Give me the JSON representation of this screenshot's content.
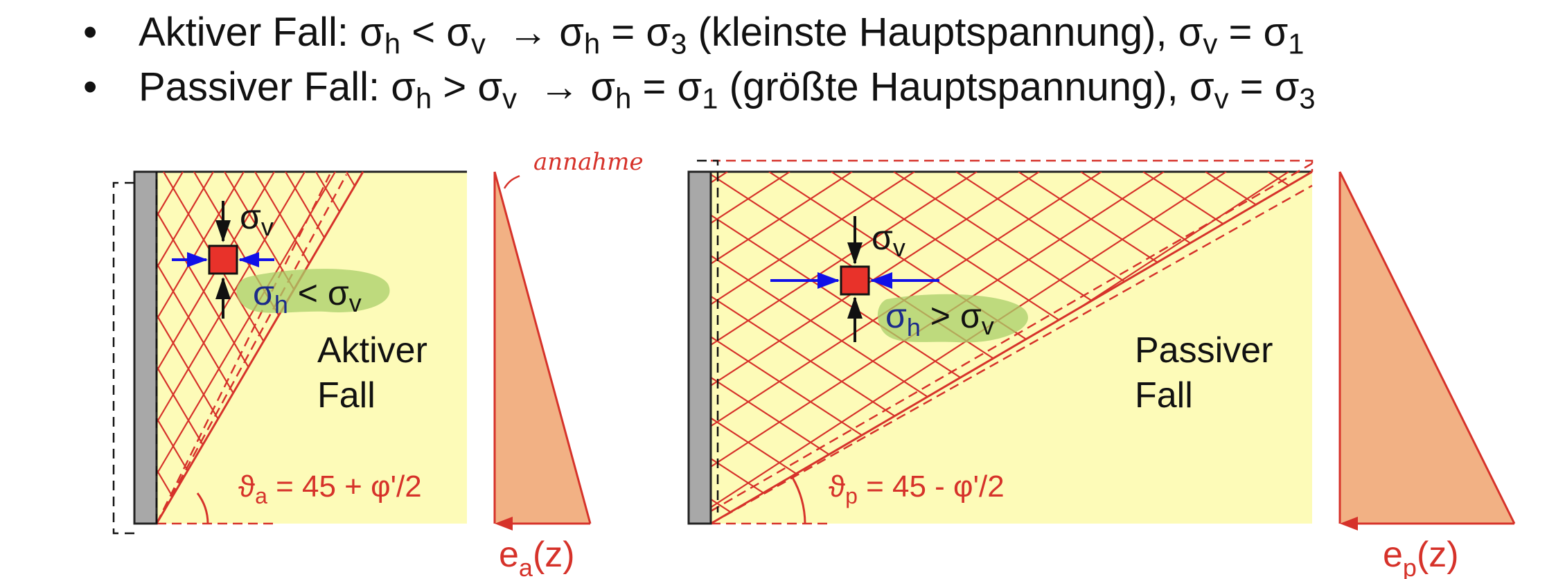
{
  "bullets": [
    {
      "prefix": "Aktiver Fall: ",
      "s1": "σ",
      "s1_sub": "h",
      "op1": " < ",
      "s2": "σ",
      "s2_sub": "v",
      "arrow": "  → ",
      "s3": "σ",
      "s3_sub": "h",
      "eq": " = ",
      "s4": "σ",
      "s4_sub": "3",
      "note": " (kleinste Hauptspannung), ",
      "s5": "σ",
      "s5_sub": "v",
      "eq2": " = ",
      "s6": "σ",
      "s6_sub": "1"
    },
    {
      "prefix": "Passiver Fall: ",
      "s1": "σ",
      "s1_sub": "h",
      "op1": " > ",
      "s2": "σ",
      "s2_sub": "v",
      "arrow": "  → ",
      "s3": "σ",
      "s3_sub": "h",
      "eq": " = ",
      "s4": "σ",
      "s4_sub": "1",
      "note": " (größte Hauptspannung), ",
      "s5": "σ",
      "s5_sub": "v",
      "eq2": " = ",
      "s6": "σ",
      "s6_sub": "3"
    }
  ],
  "bullet_symbol": "•",
  "active": {
    "sigma_v": "σ",
    "sigma_v_sub": "v",
    "sigma_h": "σ",
    "sigma_h_sub": "h",
    "relation": " < ",
    "sigma_v2": "σ",
    "sigma_v2_sub": "v",
    "label_line1": "Aktiver",
    "label_line2": "Fall",
    "angle_symbol": "ϑ",
    "angle_sub": "a",
    "angle_rest": " = 45 + φ'/2",
    "pressure": "e",
    "pressure_sub": "a",
    "pressure_rest": "(z)",
    "handwritten": "annahme"
  },
  "passive": {
    "sigma_v": "σ",
    "sigma_v_sub": "v",
    "sigma_h": "σ",
    "sigma_h_sub": "h",
    "relation": " > ",
    "sigma_v2": "σ",
    "sigma_v2_sub": "v",
    "label_line1": "Passiver",
    "label_line2": "Fall",
    "angle_symbol": "ϑ",
    "angle_sub": "p",
    "angle_rest": " = 45 - φ'/2",
    "pressure": "e",
    "pressure_sub": "p",
    "pressure_rest": "(z)"
  },
  "colors": {
    "soil": "#fdfbb8",
    "slip_lines": "#d6322a",
    "wall": "#a8a8a8",
    "element": "#e8322a",
    "pressure_fill": "#f2b184",
    "arrow_horizontal": "#1010e8",
    "highlight": "#a8cf6a"
  }
}
